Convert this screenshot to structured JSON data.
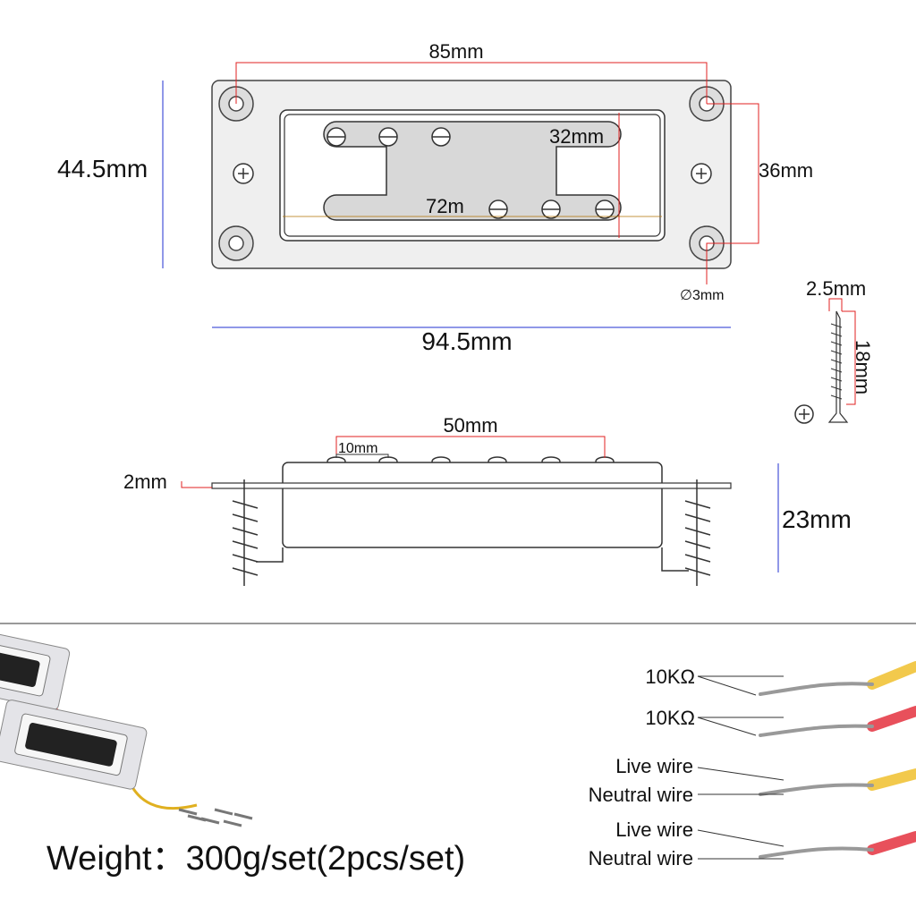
{
  "top_view": {
    "width_holes": "85mm",
    "height_outer": "44.5mm",
    "inner_height": "32mm",
    "holes_vertical": "36mm",
    "inner_width": "72m",
    "hole_diameter": "∅3mm",
    "width_outer": "94.5mm"
  },
  "screw": {
    "diameter": "2.5mm",
    "length": "18mm"
  },
  "side_view": {
    "pole_span": "50mm",
    "pole_pitch": "10mm",
    "plate_thickness": "2mm",
    "height": "23mm"
  },
  "wiring": {
    "labels": [
      "10KΩ",
      "10KΩ",
      "Live wire",
      "Neutral wire",
      "Live wire",
      "Neutral wire"
    ],
    "colors": {
      "yellow": "#f2c94c",
      "red": "#e8505b"
    }
  },
  "weight": "Weight：300g/set(2pcs/set)"
}
